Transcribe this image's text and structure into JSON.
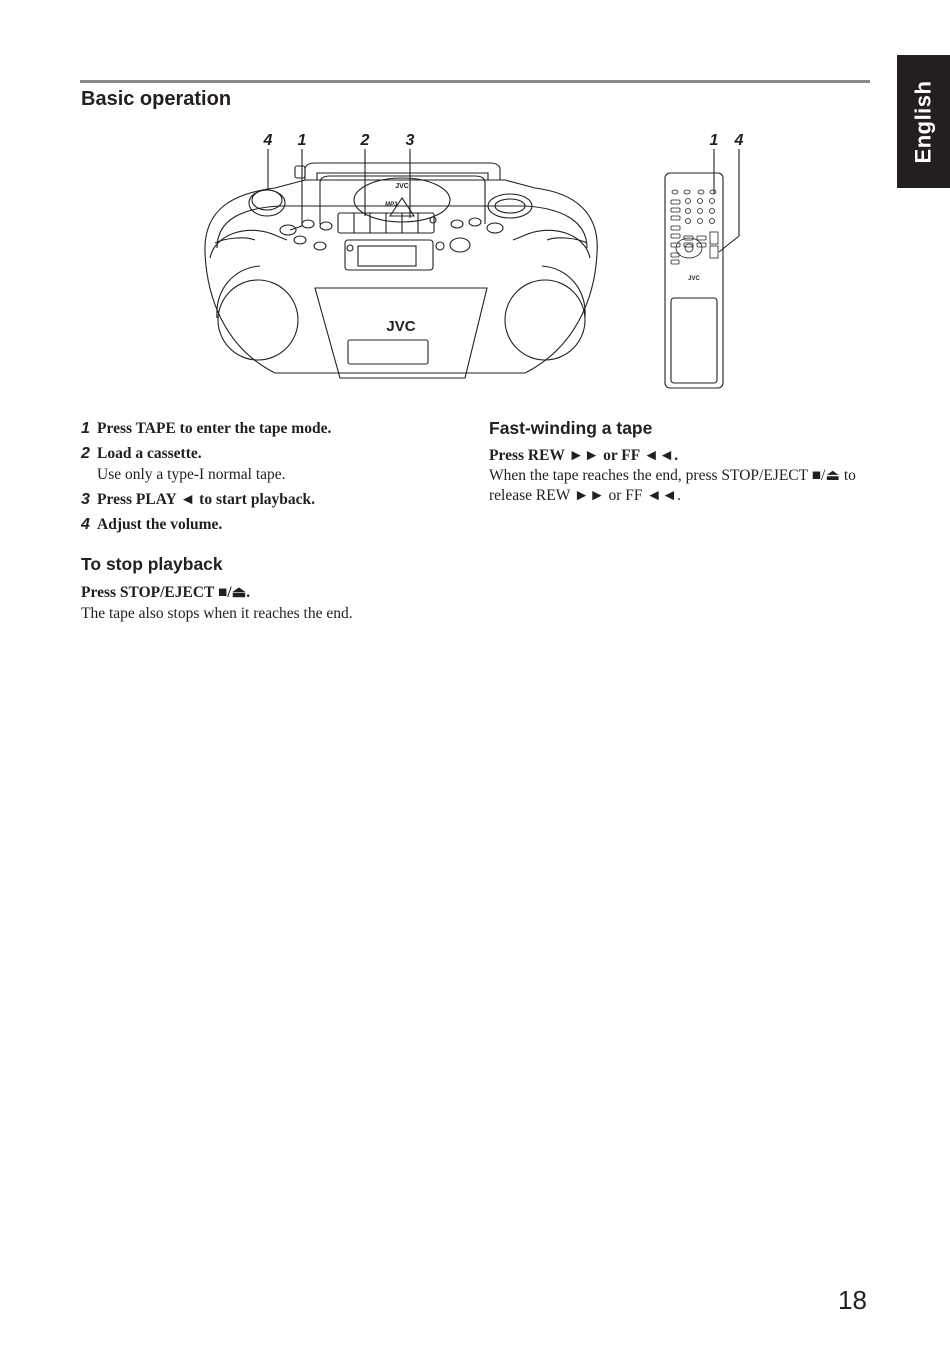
{
  "side_tab": "English",
  "section_title": "Basic operation",
  "callouts": {
    "boombox": [
      "4",
      "1",
      "2",
      "3"
    ],
    "remote": [
      "1",
      "4"
    ]
  },
  "device_labels": {
    "brand": "JVC",
    "cd_lid_brand": "JVC",
    "remote_brand": "JVC",
    "mp3_logo": "MP3"
  },
  "steps": [
    {
      "num": "1",
      "text": "Press TAPE to enter the tape mode.",
      "note": ""
    },
    {
      "num": "2",
      "text": "Load a cassette.",
      "note": "Use only a type-I normal tape."
    },
    {
      "num": "3",
      "text": "Press PLAY ◄ to start playback.",
      "note": ""
    },
    {
      "num": "4",
      "text": "Adjust the volume.",
      "note": ""
    }
  ],
  "stop": {
    "heading": "To stop playback",
    "instruction": "Press STOP/EJECT ■/⏏.",
    "note": "The tape also stops when it reaches the end."
  },
  "fast_wind": {
    "heading": "Fast-winding a tape",
    "instruction": "Press REW ►► or FF ◄◄.",
    "body": "When the tape reaches the end, press STOP/EJECT ■/⏏ to release REW ►► or FF ◄◄."
  },
  "page_number": "18"
}
